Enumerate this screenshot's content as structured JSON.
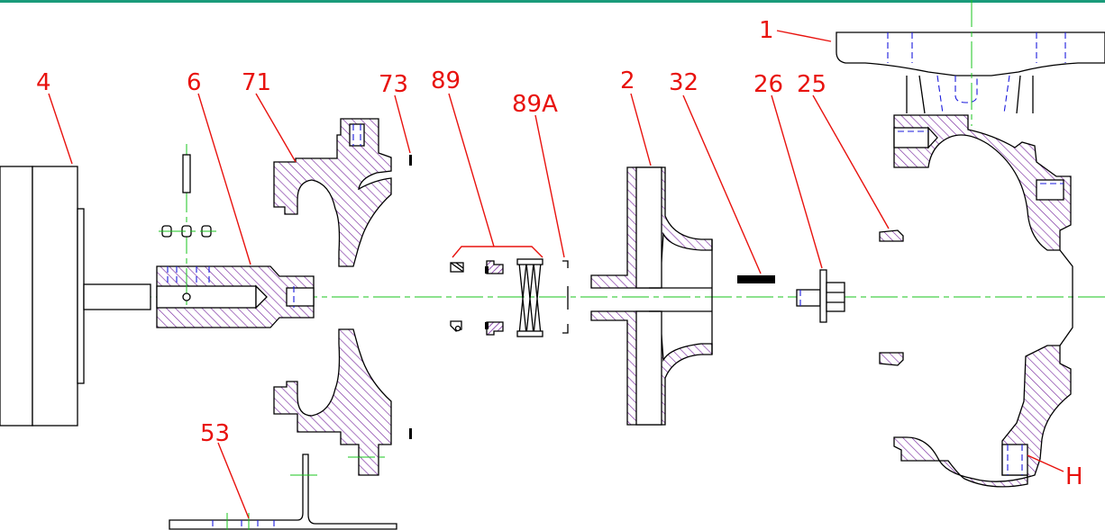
{
  "colors": {
    "accent_bar": "#1a9b7a",
    "leader": "#e8120e",
    "hatch": "#7a2ca0",
    "centerline": "#19c41d",
    "hidden": "#1a1adc",
    "outline": "#000000"
  },
  "callouts": {
    "c1": "1",
    "c4": "4",
    "c6": "6",
    "c71": "71",
    "c73": "73",
    "c89": "89",
    "c89a": "89A",
    "c2": "2",
    "c32": "32",
    "c26": "26",
    "c25": "25",
    "c53": "53",
    "ch": "H"
  }
}
